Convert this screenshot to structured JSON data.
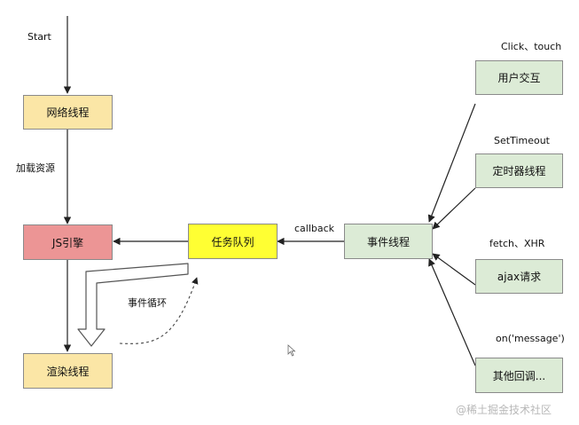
{
  "nodes": {
    "network": "网络线程",
    "js_engine": "JS引擎",
    "render": "渲染线程",
    "task_queue": "任务队列",
    "event_thread": "事件线程",
    "user_interaction": "用户交互",
    "timer": "定时器线程",
    "ajax": "ajax请求",
    "other_callbacks": "其他回调..."
  },
  "labels": {
    "start": "Start",
    "load_resources": "加载资源",
    "callback": "callback",
    "event_loop": "事件循环",
    "click_touch": "Click、touch",
    "set_timeout": "SetTimeout",
    "fetch_xhr": "fetch、XHR",
    "on_message": "on('message')"
  },
  "watermark": "@稀土掘金技术社区",
  "colors": {
    "yellow_box": "#fbe6a6",
    "red_box": "#ec9595",
    "bright_yellow_box": "#ffff33",
    "green_box": "#dcebd6"
  }
}
